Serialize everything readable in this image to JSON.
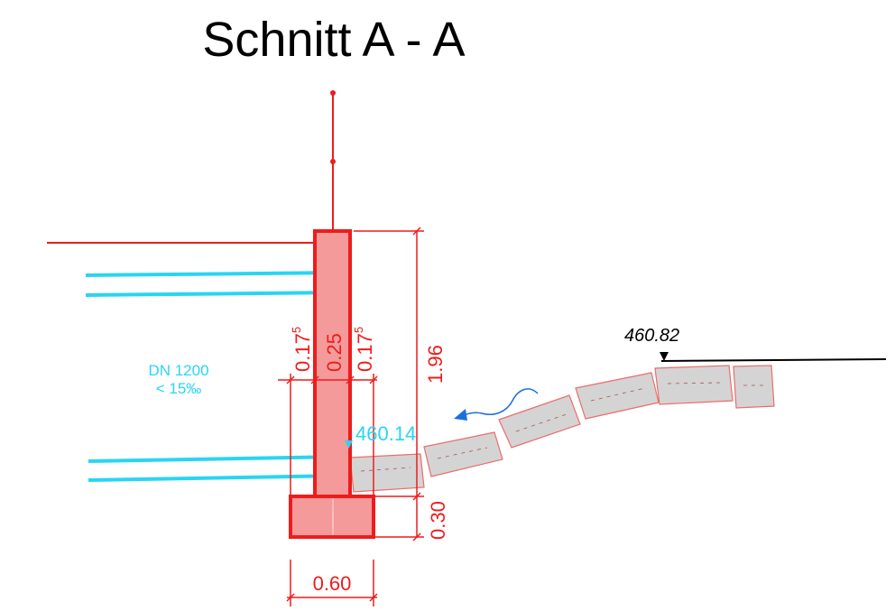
{
  "title": "Schnitt A - A",
  "pipe": {
    "line1": "DN 1200",
    "line2": "< 15‰"
  },
  "elevations": {
    "top": "460.82",
    "bottom": "460.14"
  },
  "dimensions": {
    "left_wall": {
      "base": "0.17",
      "sup": "5"
    },
    "wall": "0.25",
    "right_wall": {
      "base": "0.17",
      "sup": "5"
    },
    "height": "1.96",
    "footing_height": "0.30",
    "footing_width": "0.60"
  },
  "colors": {
    "red": "#ee1c1c",
    "wall_fill": "#f59a9a",
    "cyan": "#29d5f2",
    "blue": "#1a6fe0",
    "stone_fill": "#d4d4d4"
  }
}
